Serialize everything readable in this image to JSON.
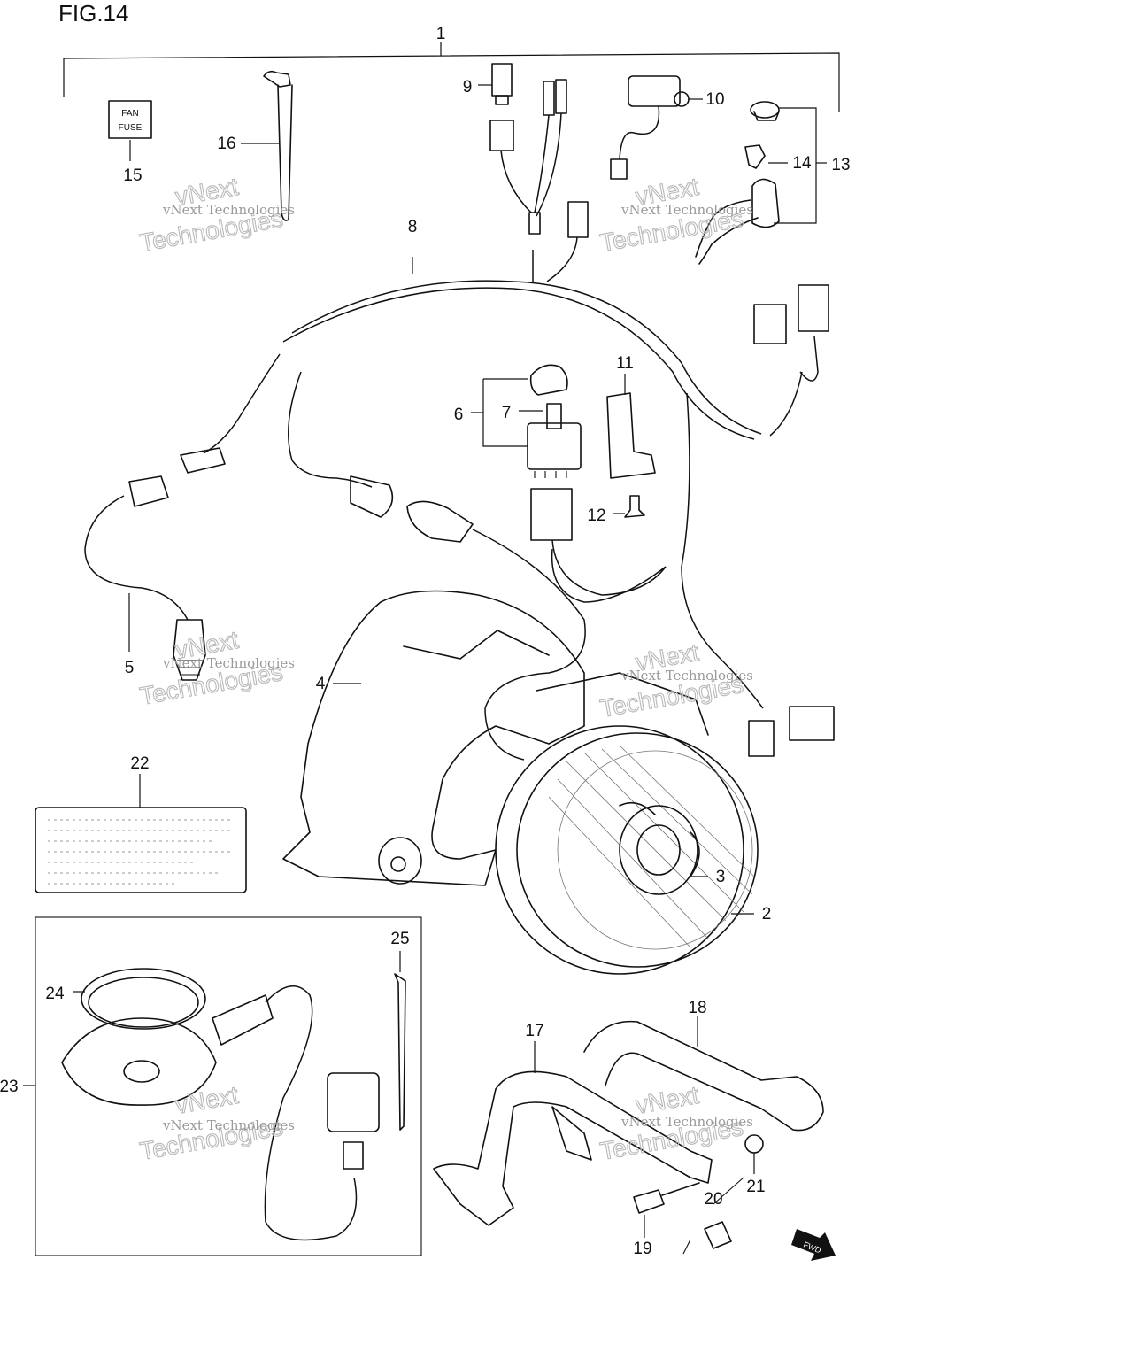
{
  "title": "FIG.14",
  "fuse_label": [
    "FAN",
    "FUSE"
  ],
  "fwd_label": "FWD",
  "callouts": [
    "1",
    "2",
    "3",
    "4",
    "5",
    "6",
    "7",
    "8",
    "9",
    "10",
    "11",
    "12",
    "13",
    "14",
    "15",
    "16",
    "17",
    "18",
    "19",
    "20",
    "21",
    "22",
    "23",
    "24",
    "25"
  ],
  "watermark": {
    "small": "vNext Technologies",
    "big_top": "vNext",
    "big_bottom": "Technologies"
  }
}
